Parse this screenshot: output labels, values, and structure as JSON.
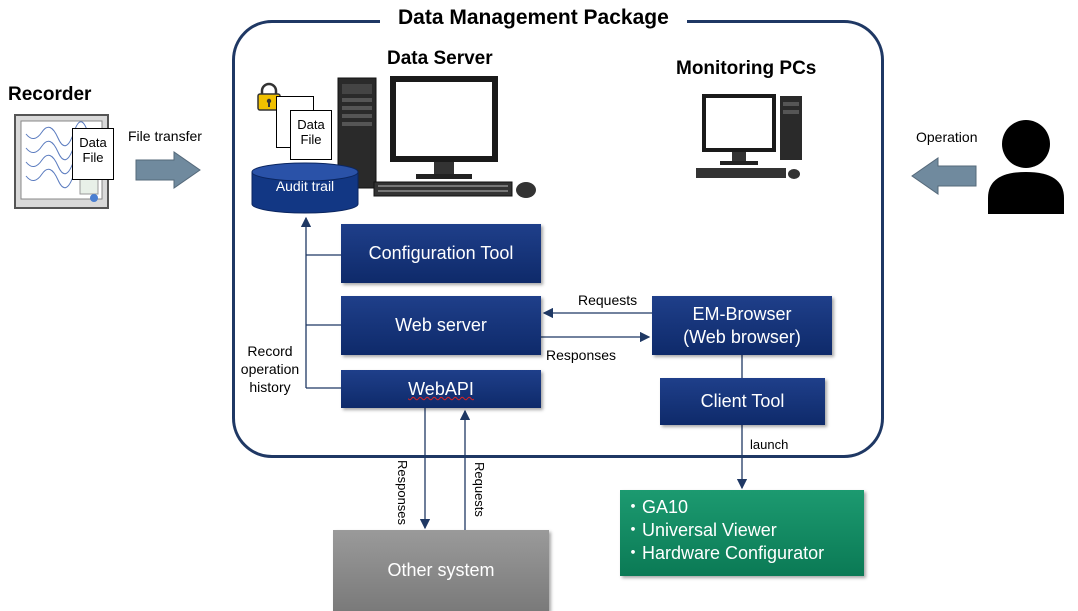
{
  "package": {
    "title": "Data Management Package"
  },
  "recorder": {
    "title": "Recorder",
    "doc_line1": "Data",
    "doc_line2": "File"
  },
  "file_transfer": "File transfer",
  "data_server": {
    "title": "Data Server",
    "doc_line1": "Data",
    "doc_line2": "File",
    "audit_trail": "Audit trail"
  },
  "monitoring": {
    "title": "Monitoring PCs"
  },
  "operation": "Operation",
  "modules": {
    "config_tool": "Configuration Tool",
    "web_server": "Web server",
    "webapi": "WebAPI",
    "em_browser_line1": "EM-Browser",
    "em_browser_line2": "(Web browser)",
    "client_tool": "Client Tool"
  },
  "record_history": {
    "line1": "Record",
    "line2": "operation",
    "line3": "history"
  },
  "flows": {
    "requests_top": "Requests",
    "responses_top": "Responses",
    "launch": "launch",
    "responses_vertical": "Responses",
    "requests_vertical": "Requests"
  },
  "external": {
    "other_system": "Other system",
    "viewer_items": [
      "・GA10",
      "・Universal Viewer",
      "・Hardware Configurator"
    ]
  },
  "colors": {
    "package_border": "#1f3864",
    "module_box": "#15357a",
    "viewer_box": "#138a62",
    "other_system_box": "#8a8a8a",
    "arrow_grey": "#6b8093"
  }
}
